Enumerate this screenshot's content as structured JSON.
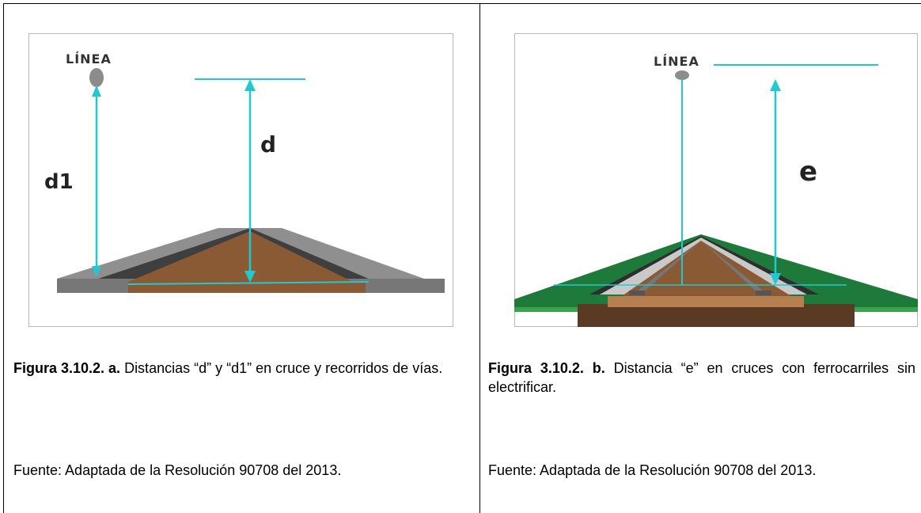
{
  "left": {
    "figure": {
      "line_label": "LÍNEA",
      "label_d1": "d1",
      "label_d": "d"
    },
    "caption_bold": "Figura 3.10.2. a.",
    "caption_text": " Distancias “d” y “d1” en cruce y recorridos de vías.",
    "source": "Fuente: Adaptada de la Resolución 90708 del 2013."
  },
  "right": {
    "figure": {
      "line_label": "LÍNEA",
      "label_e": "e"
    },
    "caption_bold": "Figura 3.10.2. b.",
    "caption_text": " Distancia “e” en cruces con ferrocarriles sin electrificar.",
    "source": "Fuente: Adaptada de la Resolución 90708 del 2013."
  },
  "colors": {
    "cyan": "#22c8cf",
    "brown": "#8a5a35",
    "gray": "#8f8f8f",
    "green": "#1e7a3a"
  }
}
